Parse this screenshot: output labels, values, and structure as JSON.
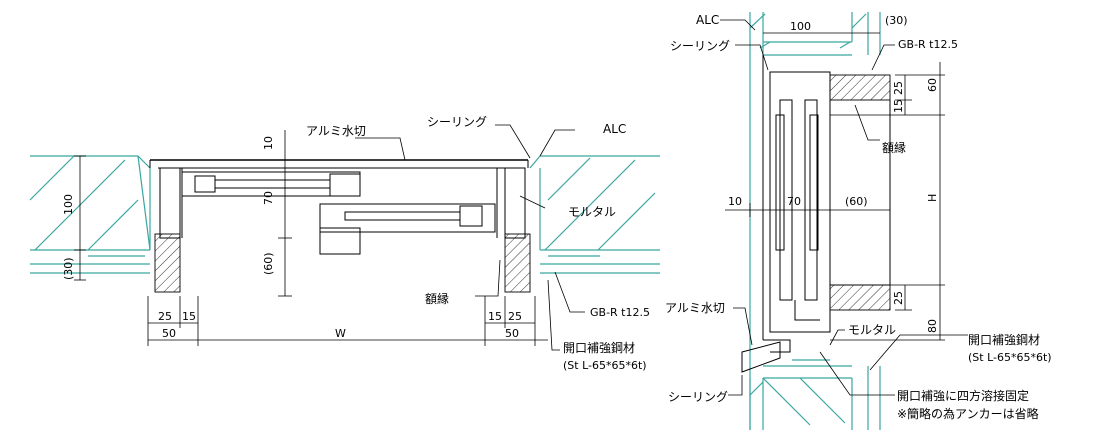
{
  "left_section": {
    "labels": {
      "alumi": "アルミ水切",
      "sealing": "シーリング",
      "alc": "ALC",
      "mortar": "モルタル",
      "gakubuchi": "額縁",
      "gbr": "GB-R t12.5",
      "steel": "開口補強鋼材",
      "steel_spec": "(St L-65*65*6t)"
    },
    "dims": {
      "d10": "10",
      "d70": "70",
      "d100": "100",
      "d30": "(30)",
      "d60": "(60)",
      "d25a": "25",
      "d15a": "15",
      "d50a": "50",
      "w": "W",
      "d15b": "15",
      "d25b": "25",
      "d50b": "50"
    }
  },
  "right_section": {
    "labels": {
      "alc": "ALC",
      "sealing_top": "シーリング",
      "gbr": "GB-R t12.5",
      "gakubuchi": "額縁",
      "alumi": "アルミ水切",
      "mortar": "モルタル",
      "steel": "開口補強鋼材",
      "steel_spec": "(St L-65*65*6t)",
      "weld": "開口補強に四方溶接固定",
      "anchor_note": "※簡略の為アンカーは省略",
      "sealing_bottom": "シーリング"
    },
    "dims": {
      "d100": "100",
      "d30": "(30)",
      "d60": "60",
      "d25a": "25",
      "d15": "15",
      "d10": "10",
      "d70": "70",
      "d60p": "(60)",
      "h": "H",
      "d25b": "25",
      "d80": "80"
    }
  }
}
